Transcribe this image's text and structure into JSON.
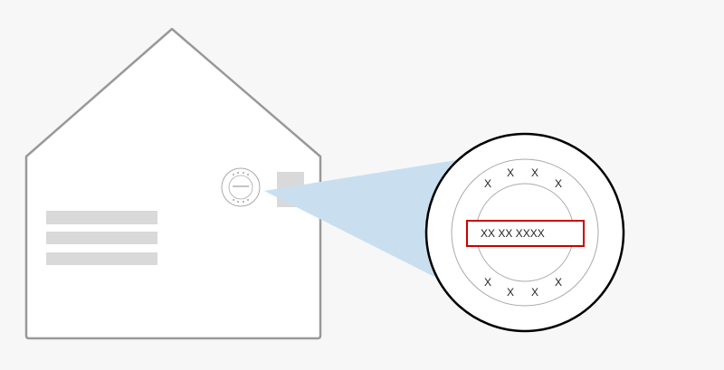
{
  "colors": {
    "background": "#f7f7f7",
    "envelope_fill": "#ffffff",
    "envelope_stroke": "#999999",
    "placeholder_gray": "#d9d9d9",
    "zoom_beam": "#c9dff0",
    "zoom_circle_stroke": "#000000",
    "ring_stroke": "#aaaaaa",
    "highlight_box": "#cc0000"
  },
  "postmark": {
    "date_text": "XX XX XXXX",
    "top_marks": [
      "X",
      "X",
      "X",
      "X"
    ],
    "bottom_marks": [
      "X",
      "X",
      "X",
      "X"
    ]
  },
  "icons": {
    "envelope": "house-shaped-envelope-icon",
    "postmark": "postmark-stamp-icon",
    "stamp": "postage-stamp-icon",
    "magnifier": "magnified-postmark-icon"
  }
}
